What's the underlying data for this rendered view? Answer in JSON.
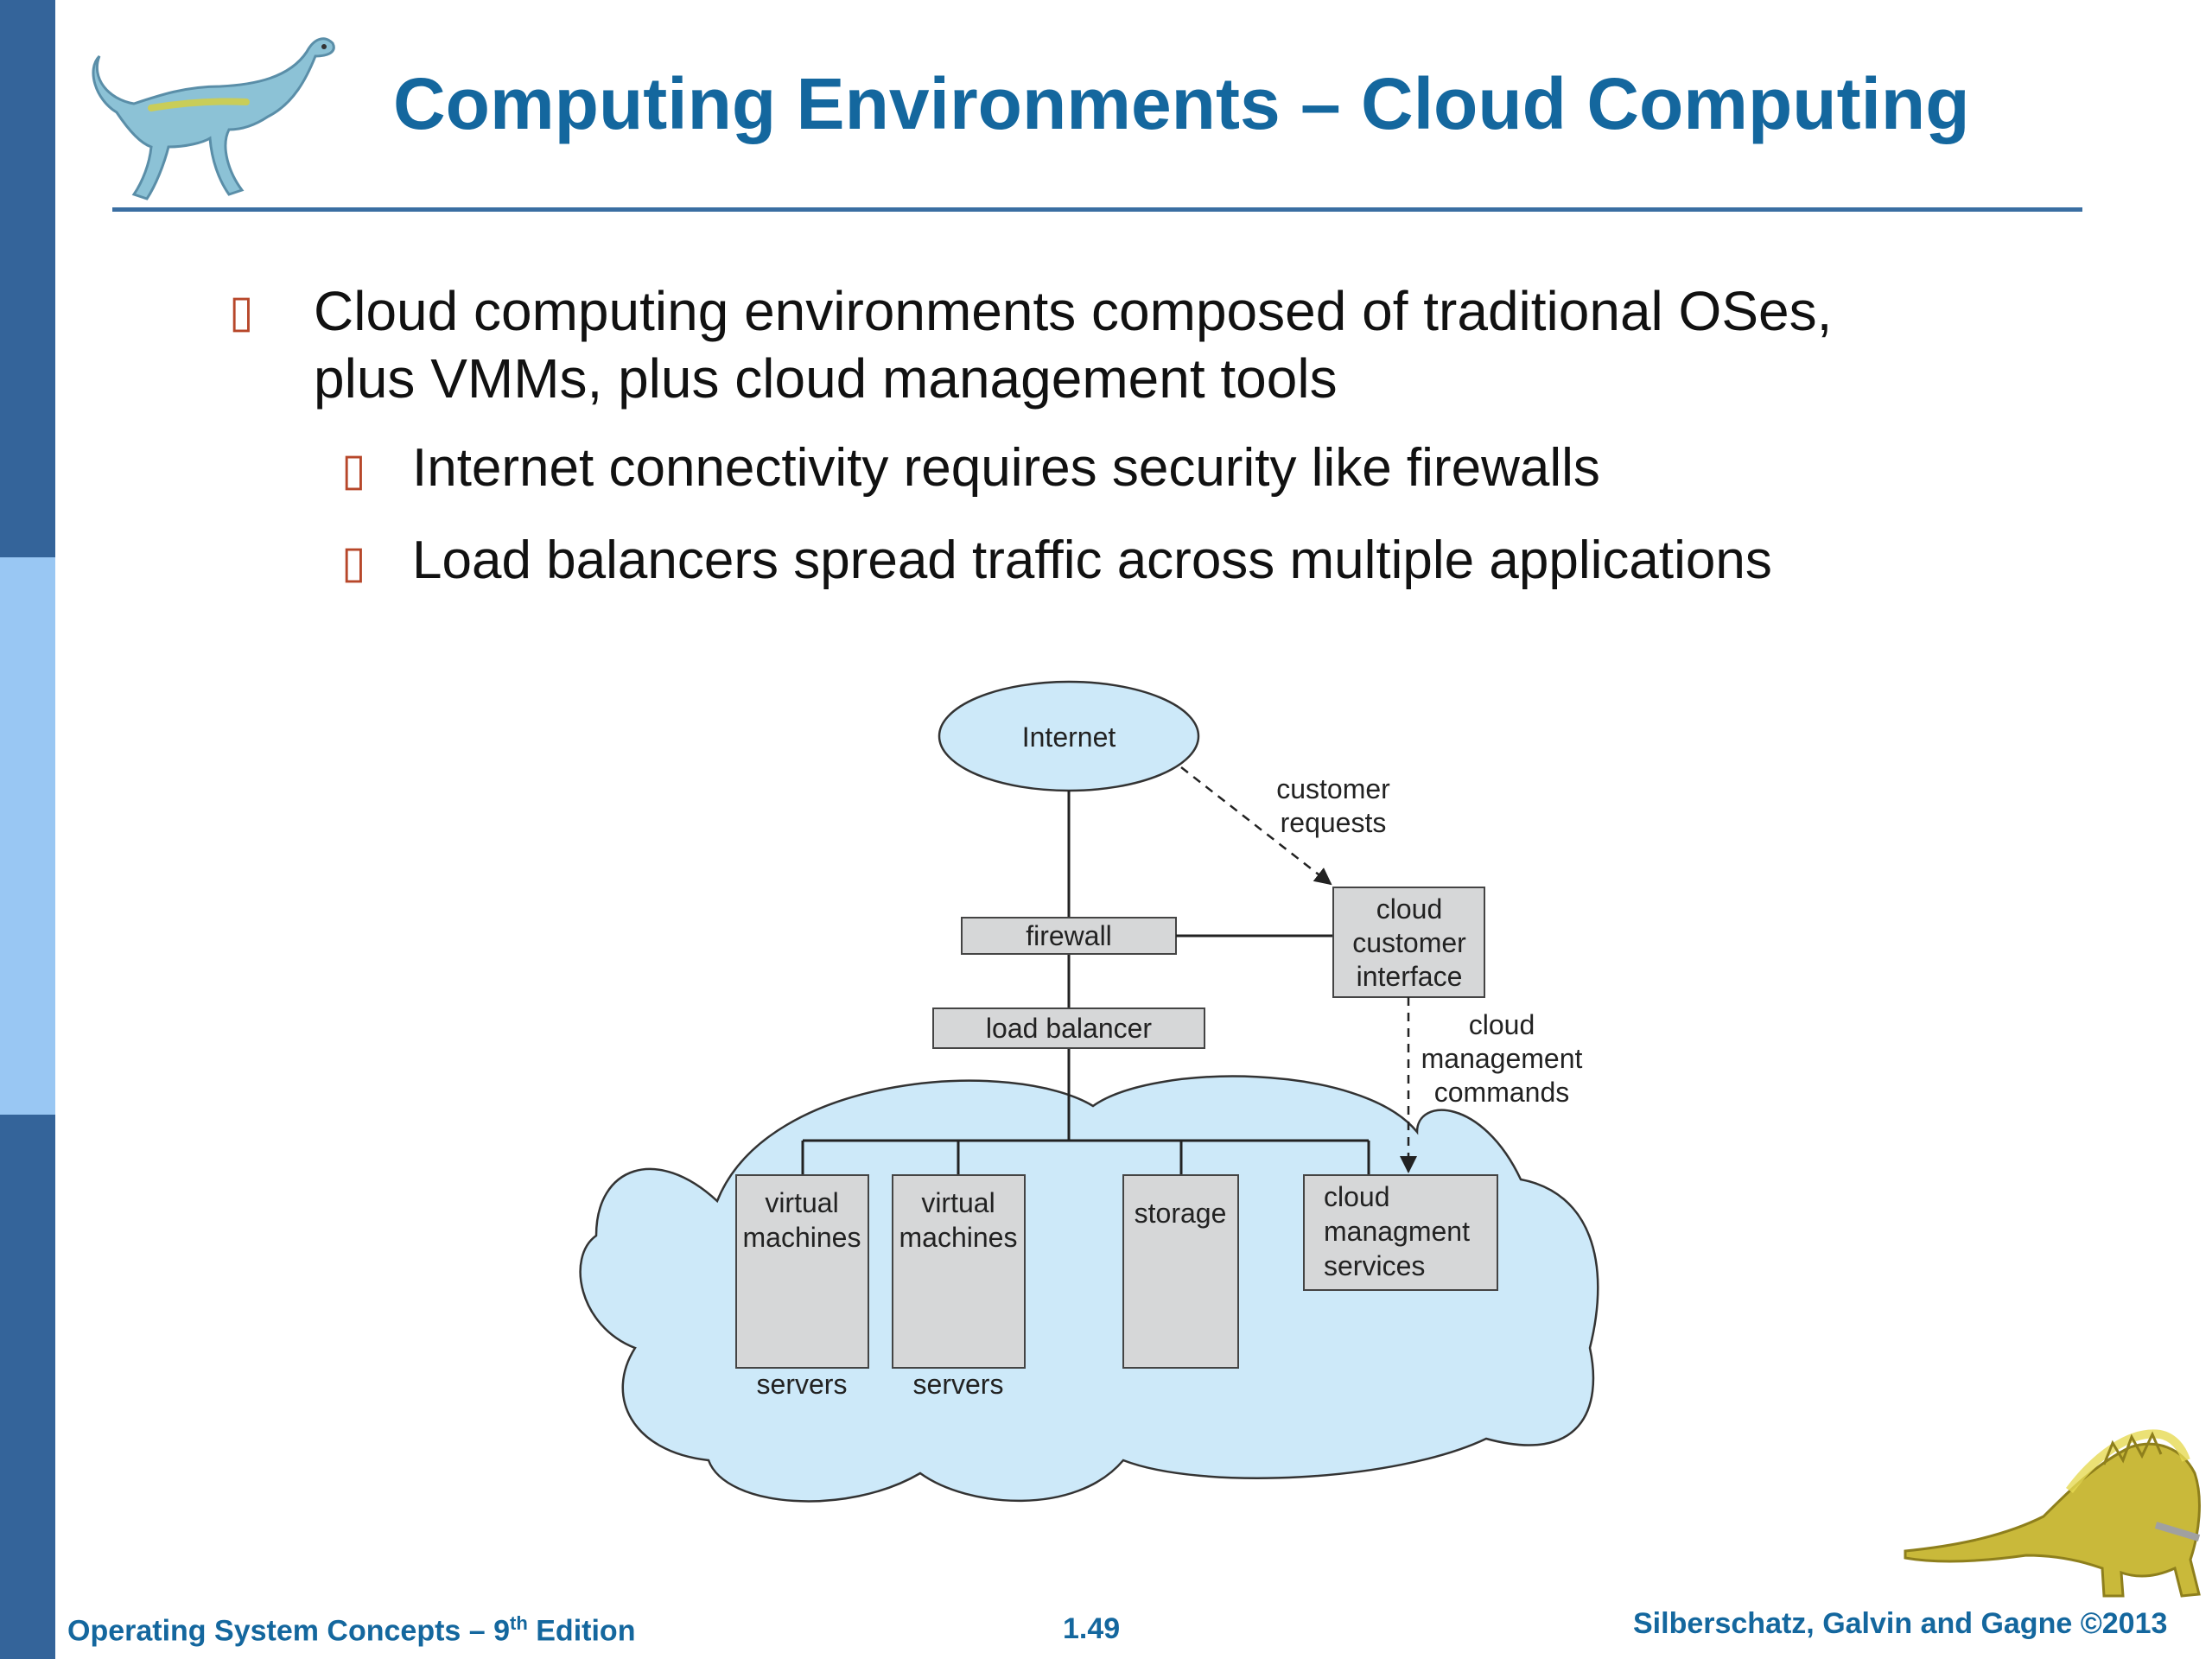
{
  "slide": {
    "title": "Computing Environments – Cloud Computing",
    "colors": {
      "title": "#14679e",
      "sidebar_dark": "#34649a",
      "sidebar_light": "#99c7f3",
      "bullet_marker": "#b7472a",
      "cloud_fill": "#cde9f9",
      "box_fill": "#d6d7d8"
    }
  },
  "bullets": [
    {
      "marker": "▯",
      "lines": [
        "Cloud computing environments composed of traditional OSes,",
        "plus VMMs, plus cloud management tools"
      ]
    },
    {
      "marker": "▯",
      "text": "Internet connectivity requires security like firewalls"
    },
    {
      "marker": "▯",
      "text": "Load balancers spread traffic across multiple applications"
    }
  ],
  "diagram": {
    "internet": "Internet",
    "customer_requests": [
      "customer",
      "requests"
    ],
    "firewall": "firewall",
    "load_balancer": "load balancer",
    "cloud_customer_interface": [
      "cloud",
      "customer",
      "interface"
    ],
    "cloud_management_commands": [
      "cloud",
      "management",
      "commands"
    ],
    "vm1": [
      "virtual",
      "machines"
    ],
    "vm2": [
      "virtual",
      "machines"
    ],
    "storage": "storage",
    "cloud_management_services": [
      "cloud",
      "managment",
      "services"
    ],
    "servers_label_1": "servers",
    "servers_label_2": "servers"
  },
  "footer": {
    "left_prefix": "Operating System Concepts – 9",
    "left_sup": "th",
    "left_suffix": " Edition",
    "page": "1.49",
    "right": "Silberschatz, Galvin and Gagne ©2013"
  }
}
